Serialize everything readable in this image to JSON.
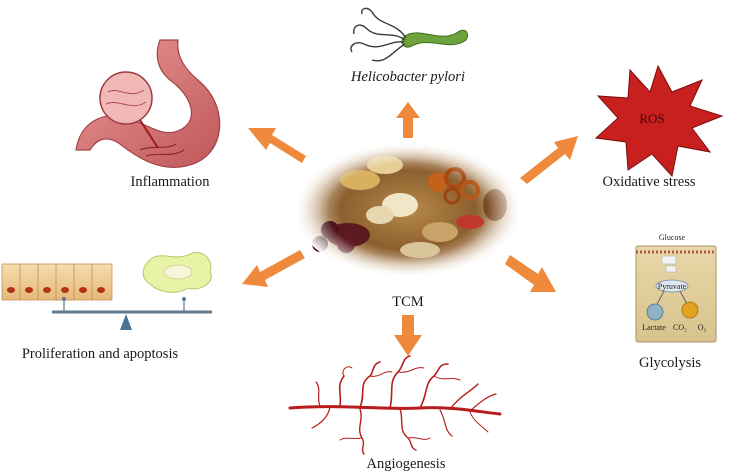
{
  "center": {
    "label": "TCM"
  },
  "nodes": {
    "helicobacter": {
      "label": "Helicobacter pylori"
    },
    "inflammation": {
      "label": "Inflammation"
    },
    "oxidative": {
      "label": "Oxidative stress",
      "badge": "ROS"
    },
    "proliferation": {
      "label": "Proliferation and apoptosis"
    },
    "glycolysis": {
      "label": "Glycolysis",
      "glucose": "Glucose",
      "pyruvate": "Pyruvate",
      "lactate": "Lactate",
      "co2": "CO₂",
      "o2": "O₂"
    },
    "angiogenesis": {
      "label": "Angiogenesis"
    }
  },
  "colors": {
    "arrow": "#ef8a3c",
    "ros": "#c8201e",
    "stomach": "#d9787a",
    "vessel": "#b81c1c",
    "bacterium": "#6da33a"
  }
}
